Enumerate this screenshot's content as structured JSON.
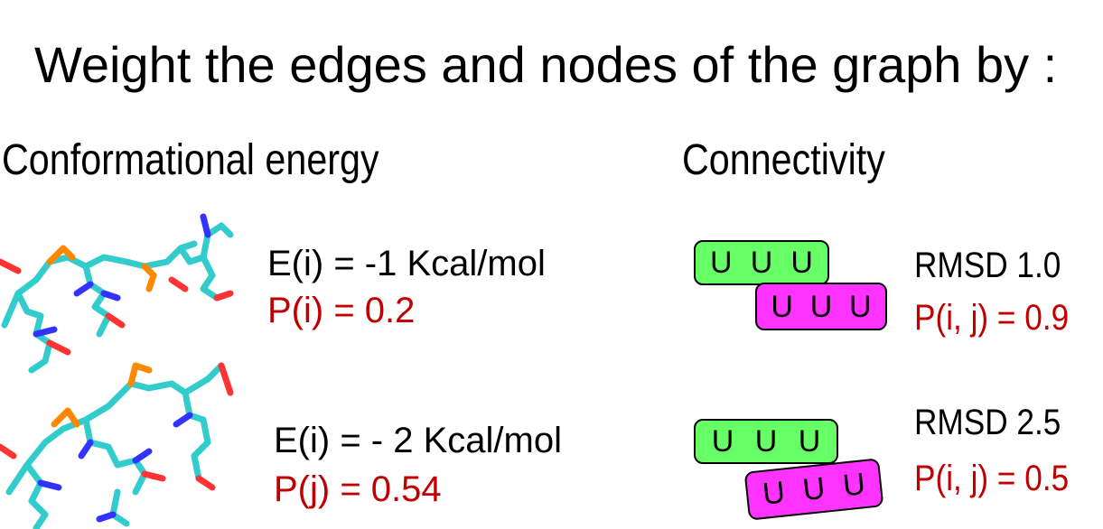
{
  "title": "Weight the edges and nodes of the graph by :",
  "left": {
    "heading": "Conformational energy",
    "entries": [
      {
        "energy": "E(i) = -1 Kcal/mol",
        "prob": "P(i) = 0.2"
      },
      {
        "energy": "E(i) = - 2 Kcal/mol",
        "prob": "P(j) = 0.54"
      }
    ]
  },
  "right": {
    "heading": "Connectivity",
    "entries": [
      {
        "rmsd": "RMSD  1.0",
        "prob": "P(i, j) = 0.9",
        "top_box": [
          "U",
          "U",
          "U"
        ],
        "bottom_box": [
          "U",
          "U",
          "U"
        ]
      },
      {
        "rmsd": "RMSD 2.5",
        "prob": "P(i, j) = 0.5",
        "top_box": [
          "U",
          "U",
          "U"
        ],
        "bottom_box": [
          "U",
          "U",
          "U"
        ]
      }
    ]
  },
  "colors": {
    "probability_text": "#c00000",
    "box_green": "#66ff66",
    "box_magenta": "#ff33ff",
    "carbon": "#33cccc",
    "nitrogen": "#3333ff",
    "oxygen": "#ff3333",
    "phosphorus": "#ff8800"
  },
  "icons": [
    "rna-molecule-top",
    "rna-molecule-bottom"
  ]
}
